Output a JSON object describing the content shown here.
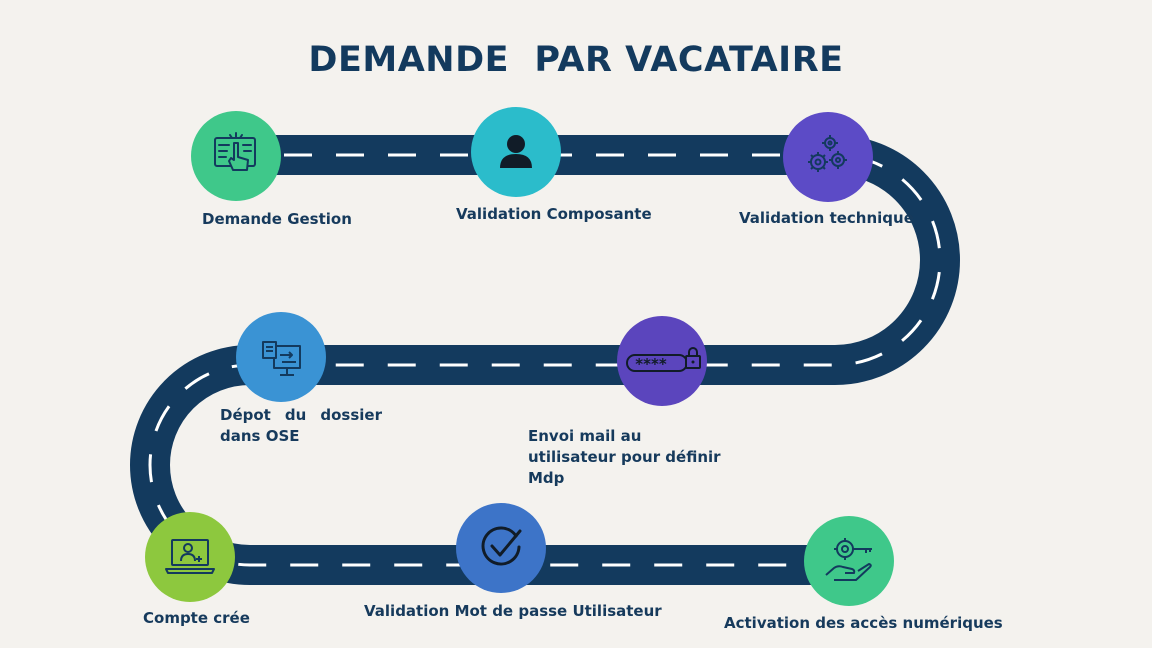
{
  "title": "DEMANDE  PAR VACATAIRE",
  "colors": {
    "background": "#f4f2ee",
    "road": "#133a5e",
    "dash": "#ffffff",
    "text": "#163a5c"
  },
  "steps": [
    {
      "label": "Demande Gestion",
      "icon": "touchscreen-hand-icon",
      "color": "#3fc88a"
    },
    {
      "label": "Validation Composante",
      "icon": "user-icon",
      "color": "#2bbccb"
    },
    {
      "label": "Validation technique",
      "icon": "gears-icon",
      "color": "#5c4bc6"
    },
    {
      "label": "Dépot du dossier dans OSE",
      "icon": "file-transfer-monitor-icon",
      "color": "#3a93d4"
    },
    {
      "label": "Envoi mail au utilisateur pour définir Mdp",
      "icon": "password-lock-icon",
      "color": "#5b45bd"
    },
    {
      "label": "Compte crée",
      "icon": "user-laptop-icon",
      "color": "#8dc83e"
    },
    {
      "label": "Validation Mot de passe Utilisateur",
      "icon": "checkmark-circle-icon",
      "color": "#3d74c8"
    },
    {
      "label": "Activation des accès numériques",
      "icon": "hand-gear-key-icon",
      "color": "#3fc88a"
    }
  ]
}
